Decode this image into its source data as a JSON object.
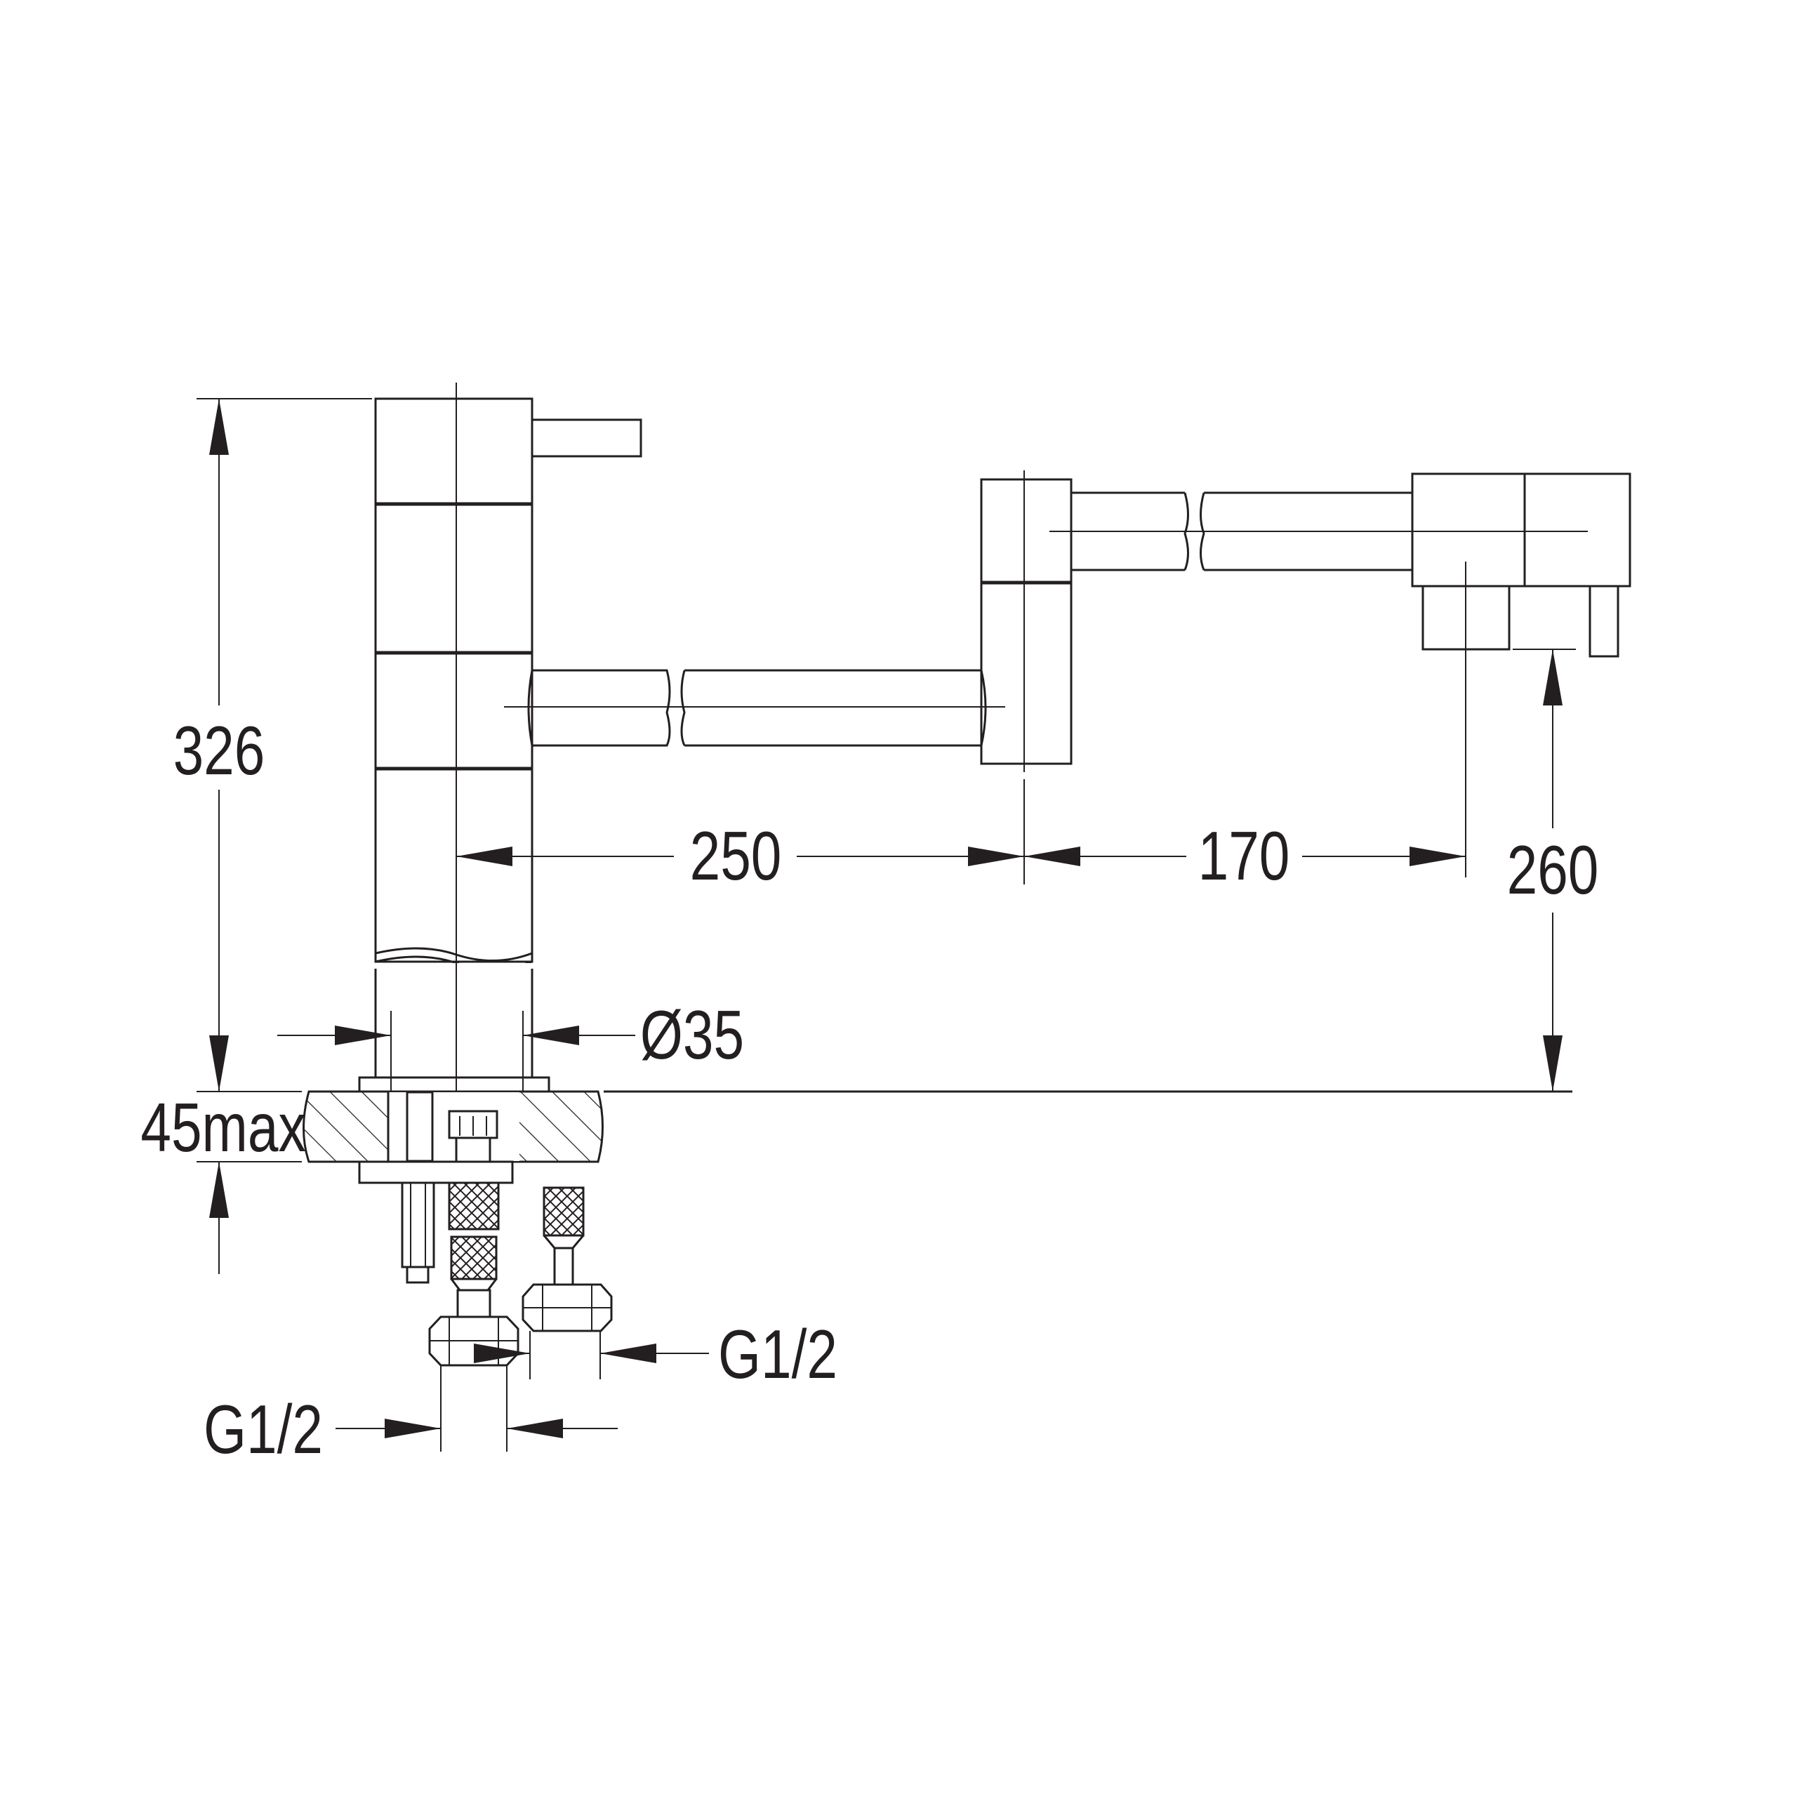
{
  "dimensions": {
    "total_height": "326",
    "counter_thickness": "45max",
    "spout_reach_1": "250",
    "spout_reach_2": "170",
    "outlet_height": "260",
    "body_diameter": "Ø35",
    "hose_thread_1": "G1/2",
    "hose_thread_2": "G1/2"
  },
  "colors": {
    "line": "#231f20",
    "background": "#ffffff"
  }
}
